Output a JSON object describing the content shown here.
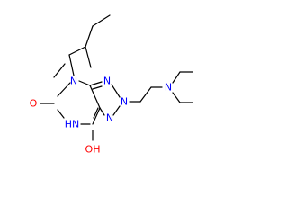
{
  "molecule": {
    "atoms": {
      "n4": {
        "text": "N",
        "color": "#0000ff"
      },
      "o5": {
        "text": "O",
        "color": "#ff0000"
      },
      "nh6": {
        "text": "HN",
        "color": "#0000ff"
      },
      "n1": {
        "text": "N",
        "color": "#0000ff"
      },
      "n2": {
        "text": "N",
        "color": "#0000ff"
      },
      "n3": {
        "text": "N",
        "color": "#0000ff"
      },
      "n_amine": {
        "text": "N",
        "color": "#0000ff"
      },
      "oh7": {
        "text": "OH",
        "color": "#ff0000"
      }
    }
  }
}
